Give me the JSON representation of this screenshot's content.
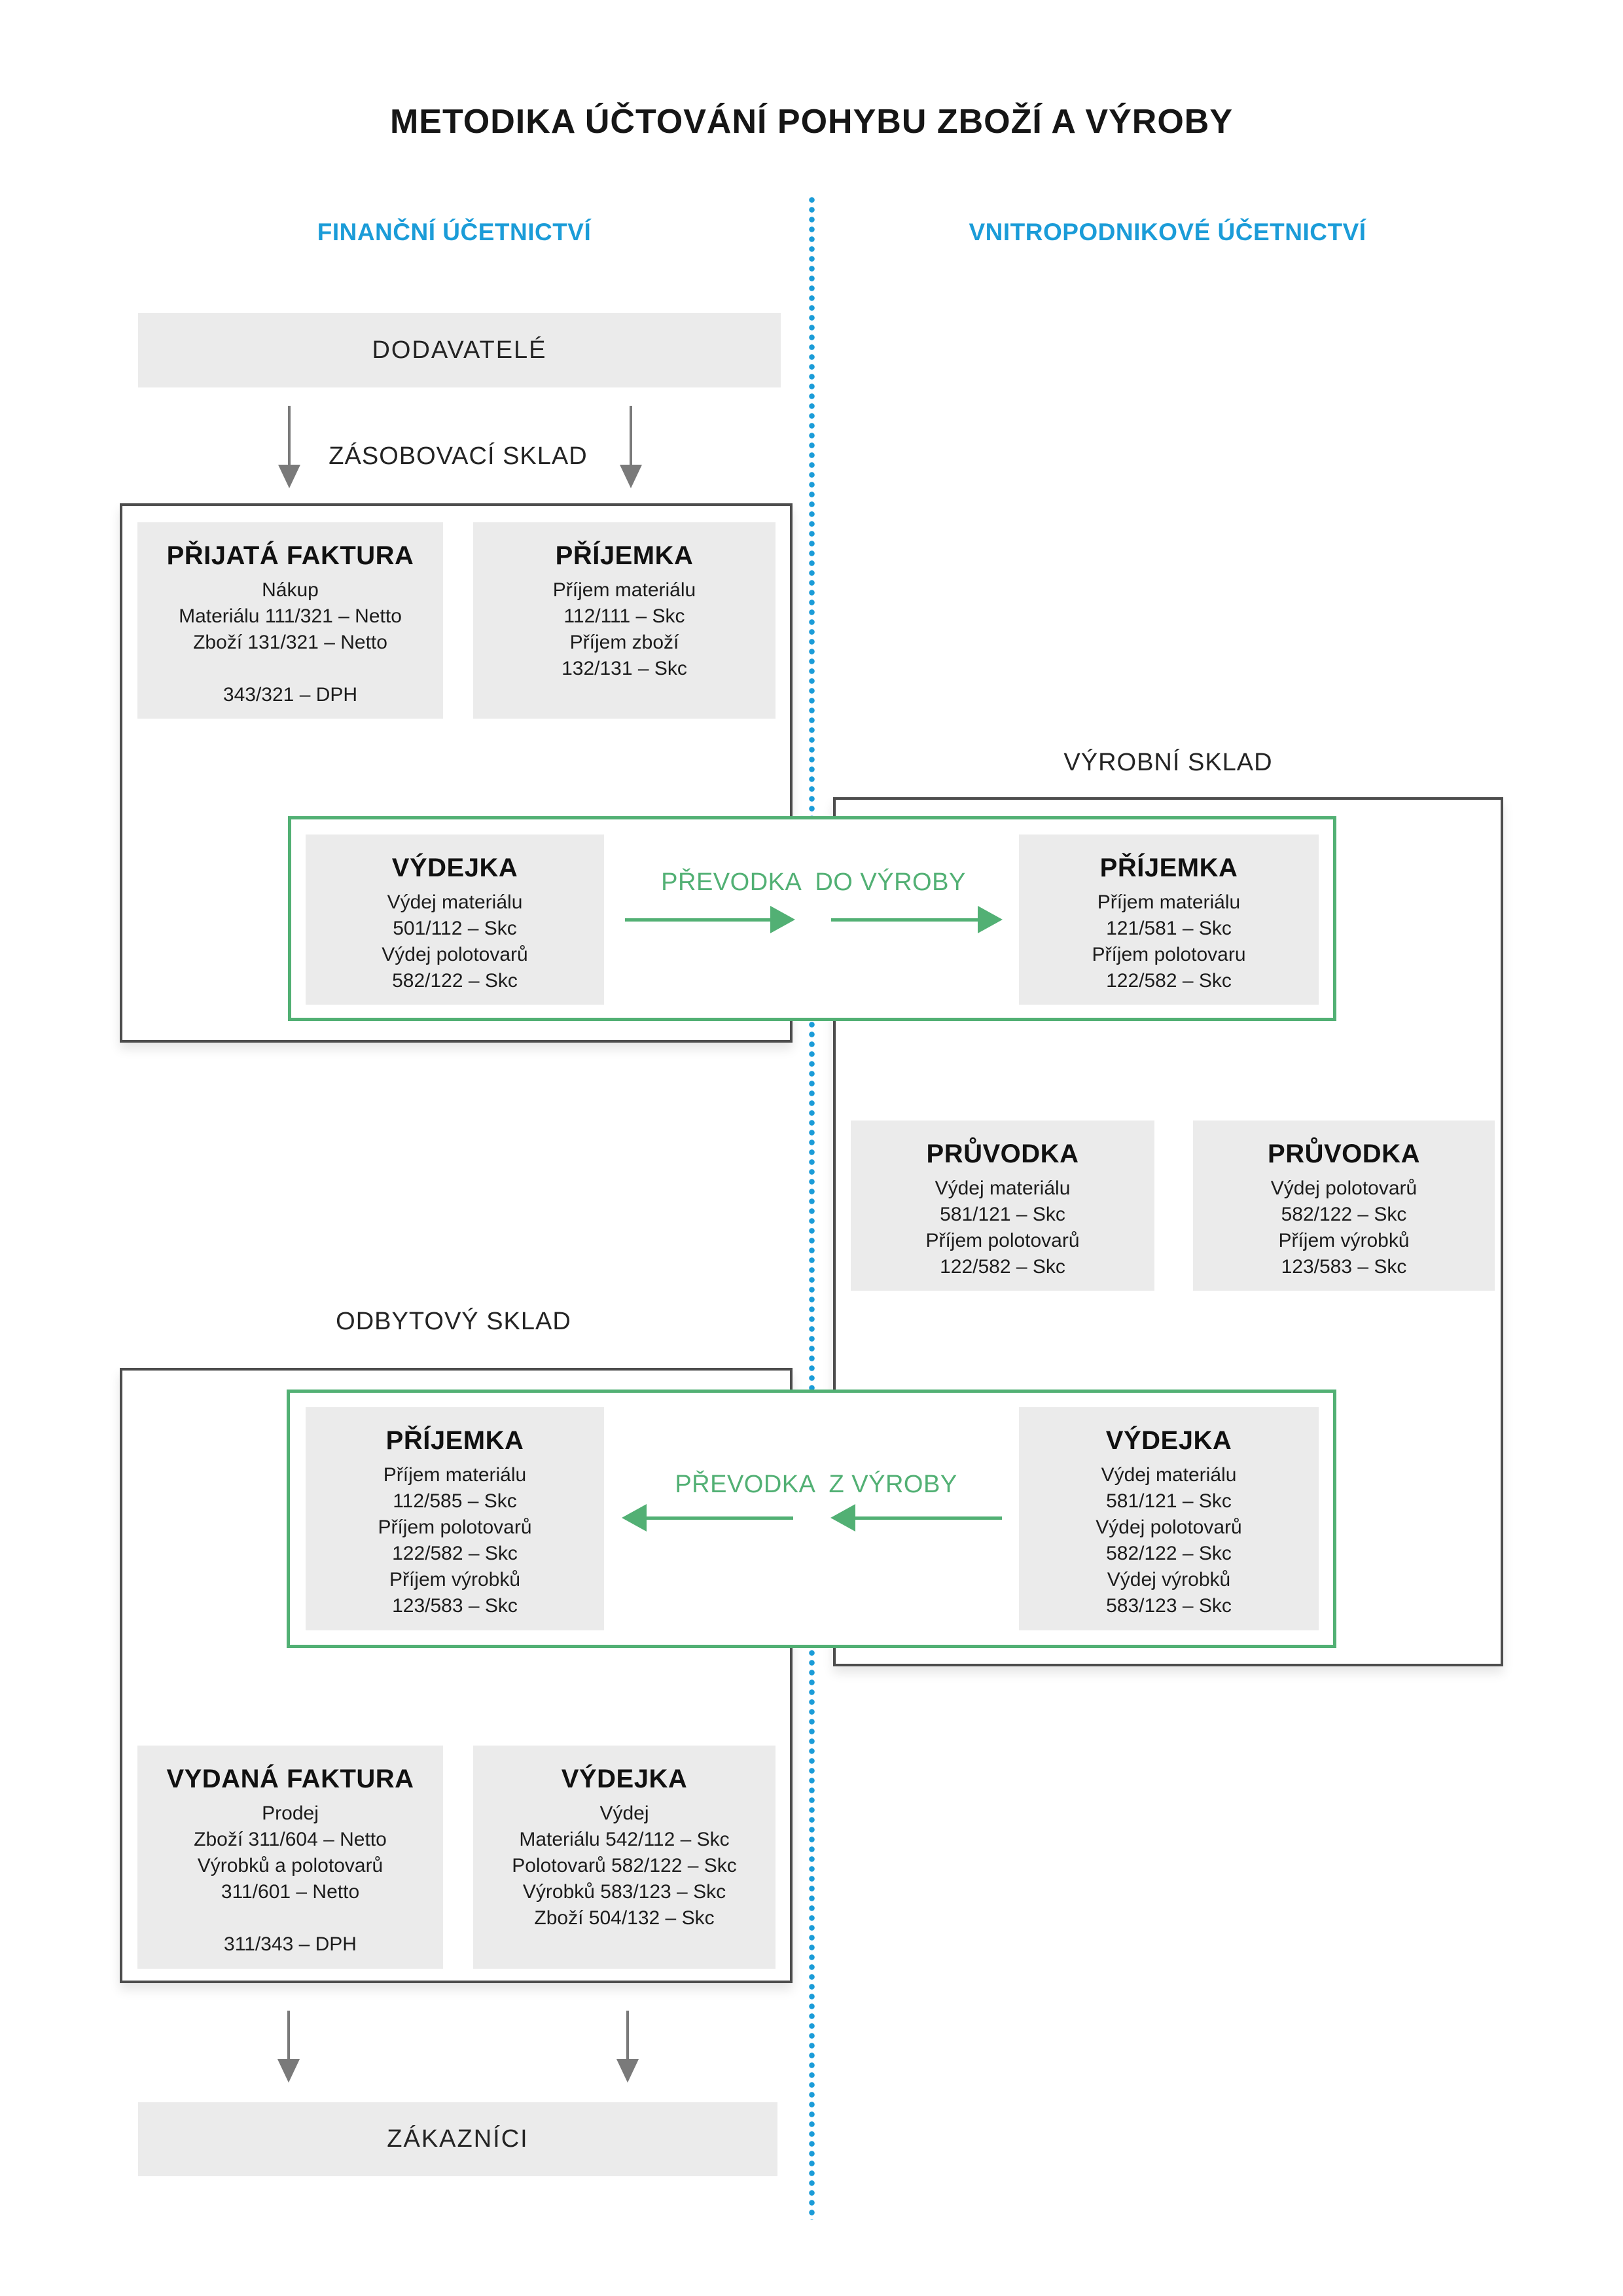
{
  "title": "METODIKA ÚČTOVÁNÍ POHYBU ZBOŽÍ A VÝROBY",
  "columns": {
    "left_header": "FINANČNÍ ÚČETNICTVÍ",
    "right_header": "VNITROPODNIKOVÉ ÚČETNICTVÍ"
  },
  "labels": {
    "suppliers": "DODAVATELÉ",
    "supply_warehouse": "ZÁSOBOVACÍ SKLAD",
    "production_warehouse": "VÝROBNÍ SKLAD",
    "sales_warehouse": "ODBYTOVÝ SKLAD",
    "customers": "ZÁKAZNÍCI",
    "transfer_to_production": "PŘEVODKA  DO VÝROBY",
    "transfer_from_production": "PŘEVODKA  Z VÝROBY"
  },
  "boxes": {
    "received_invoice": {
      "title": "PŘIJATÁ FAKTURA",
      "lines": [
        "Nákup",
        "Materiálu 111/321 – Netto",
        "Zboží 131/321 – Netto",
        "",
        "343/321 – DPH"
      ]
    },
    "receipt_supply": {
      "title": "PŘÍJEMKA",
      "lines": [
        "Příjem materiálu",
        "112/111 – Skc",
        "Příjem zboží",
        "132/131 – Skc"
      ]
    },
    "issue_supply": {
      "title": "VÝDEJKA",
      "lines": [
        "Výdej materiálu",
        "501/112 – Skc",
        "Výdej polotovarů",
        "582/122 – Skc"
      ]
    },
    "receipt_production": {
      "title": "PŘÍJEMKA",
      "lines": [
        "Příjem materiálu",
        "121/581 – Skc",
        "Příjem polotovaru",
        "122/582 – Skc"
      ]
    },
    "travel_card_1": {
      "title": "PRŮVODKA",
      "lines": [
        "Výdej materiálu",
        "581/121 – Skc",
        "Příjem polotovarů",
        "122/582 – Skc"
      ]
    },
    "travel_card_2": {
      "title": "PRŮVODKA",
      "lines": [
        "Výdej polotovarů",
        "582/122 – Skc",
        "Příjem výrobků",
        "123/583 – Skc"
      ]
    },
    "receipt_sales": {
      "title": "PŘÍJEMKA",
      "lines": [
        "Příjem materiálu",
        "112/585 – Skc",
        "Příjem polotovarů",
        "122/582 – Skc",
        "Příjem výrobků",
        "123/583 – Skc"
      ]
    },
    "issue_production": {
      "title": "VÝDEJKA",
      "lines": [
        "Výdej materiálu",
        "581/121 – Skc",
        "Výdej polotovarů",
        "582/122 – Skc",
        "Výdej výrobků",
        "583/123 – Skc"
      ]
    },
    "issued_invoice": {
      "title": "VYDANÁ FAKTURA",
      "lines": [
        "Prodej",
        "Zboží 311/604 – Netto",
        "Výrobků a polotovarů",
        "311/601 – Netto",
        "",
        "311/343 – DPH"
      ]
    },
    "issue_sales": {
      "title": "VÝDEJKA",
      "lines": [
        "Výdej",
        "Materiálu 542/112 – Skc",
        "Polotovarů 582/122 – Skc",
        "Výrobků 583/123 – Skc",
        "Zboží 504/132 – Skc"
      ]
    }
  },
  "colors": {
    "accent_blue": "#1b9cd8",
    "accent_green": "#52b074",
    "box_fill": "#ebebeb",
    "outline_dark": "#4d4d4d",
    "arrow_gray": "#7a7a7a",
    "text": "#1c1c1c"
  }
}
